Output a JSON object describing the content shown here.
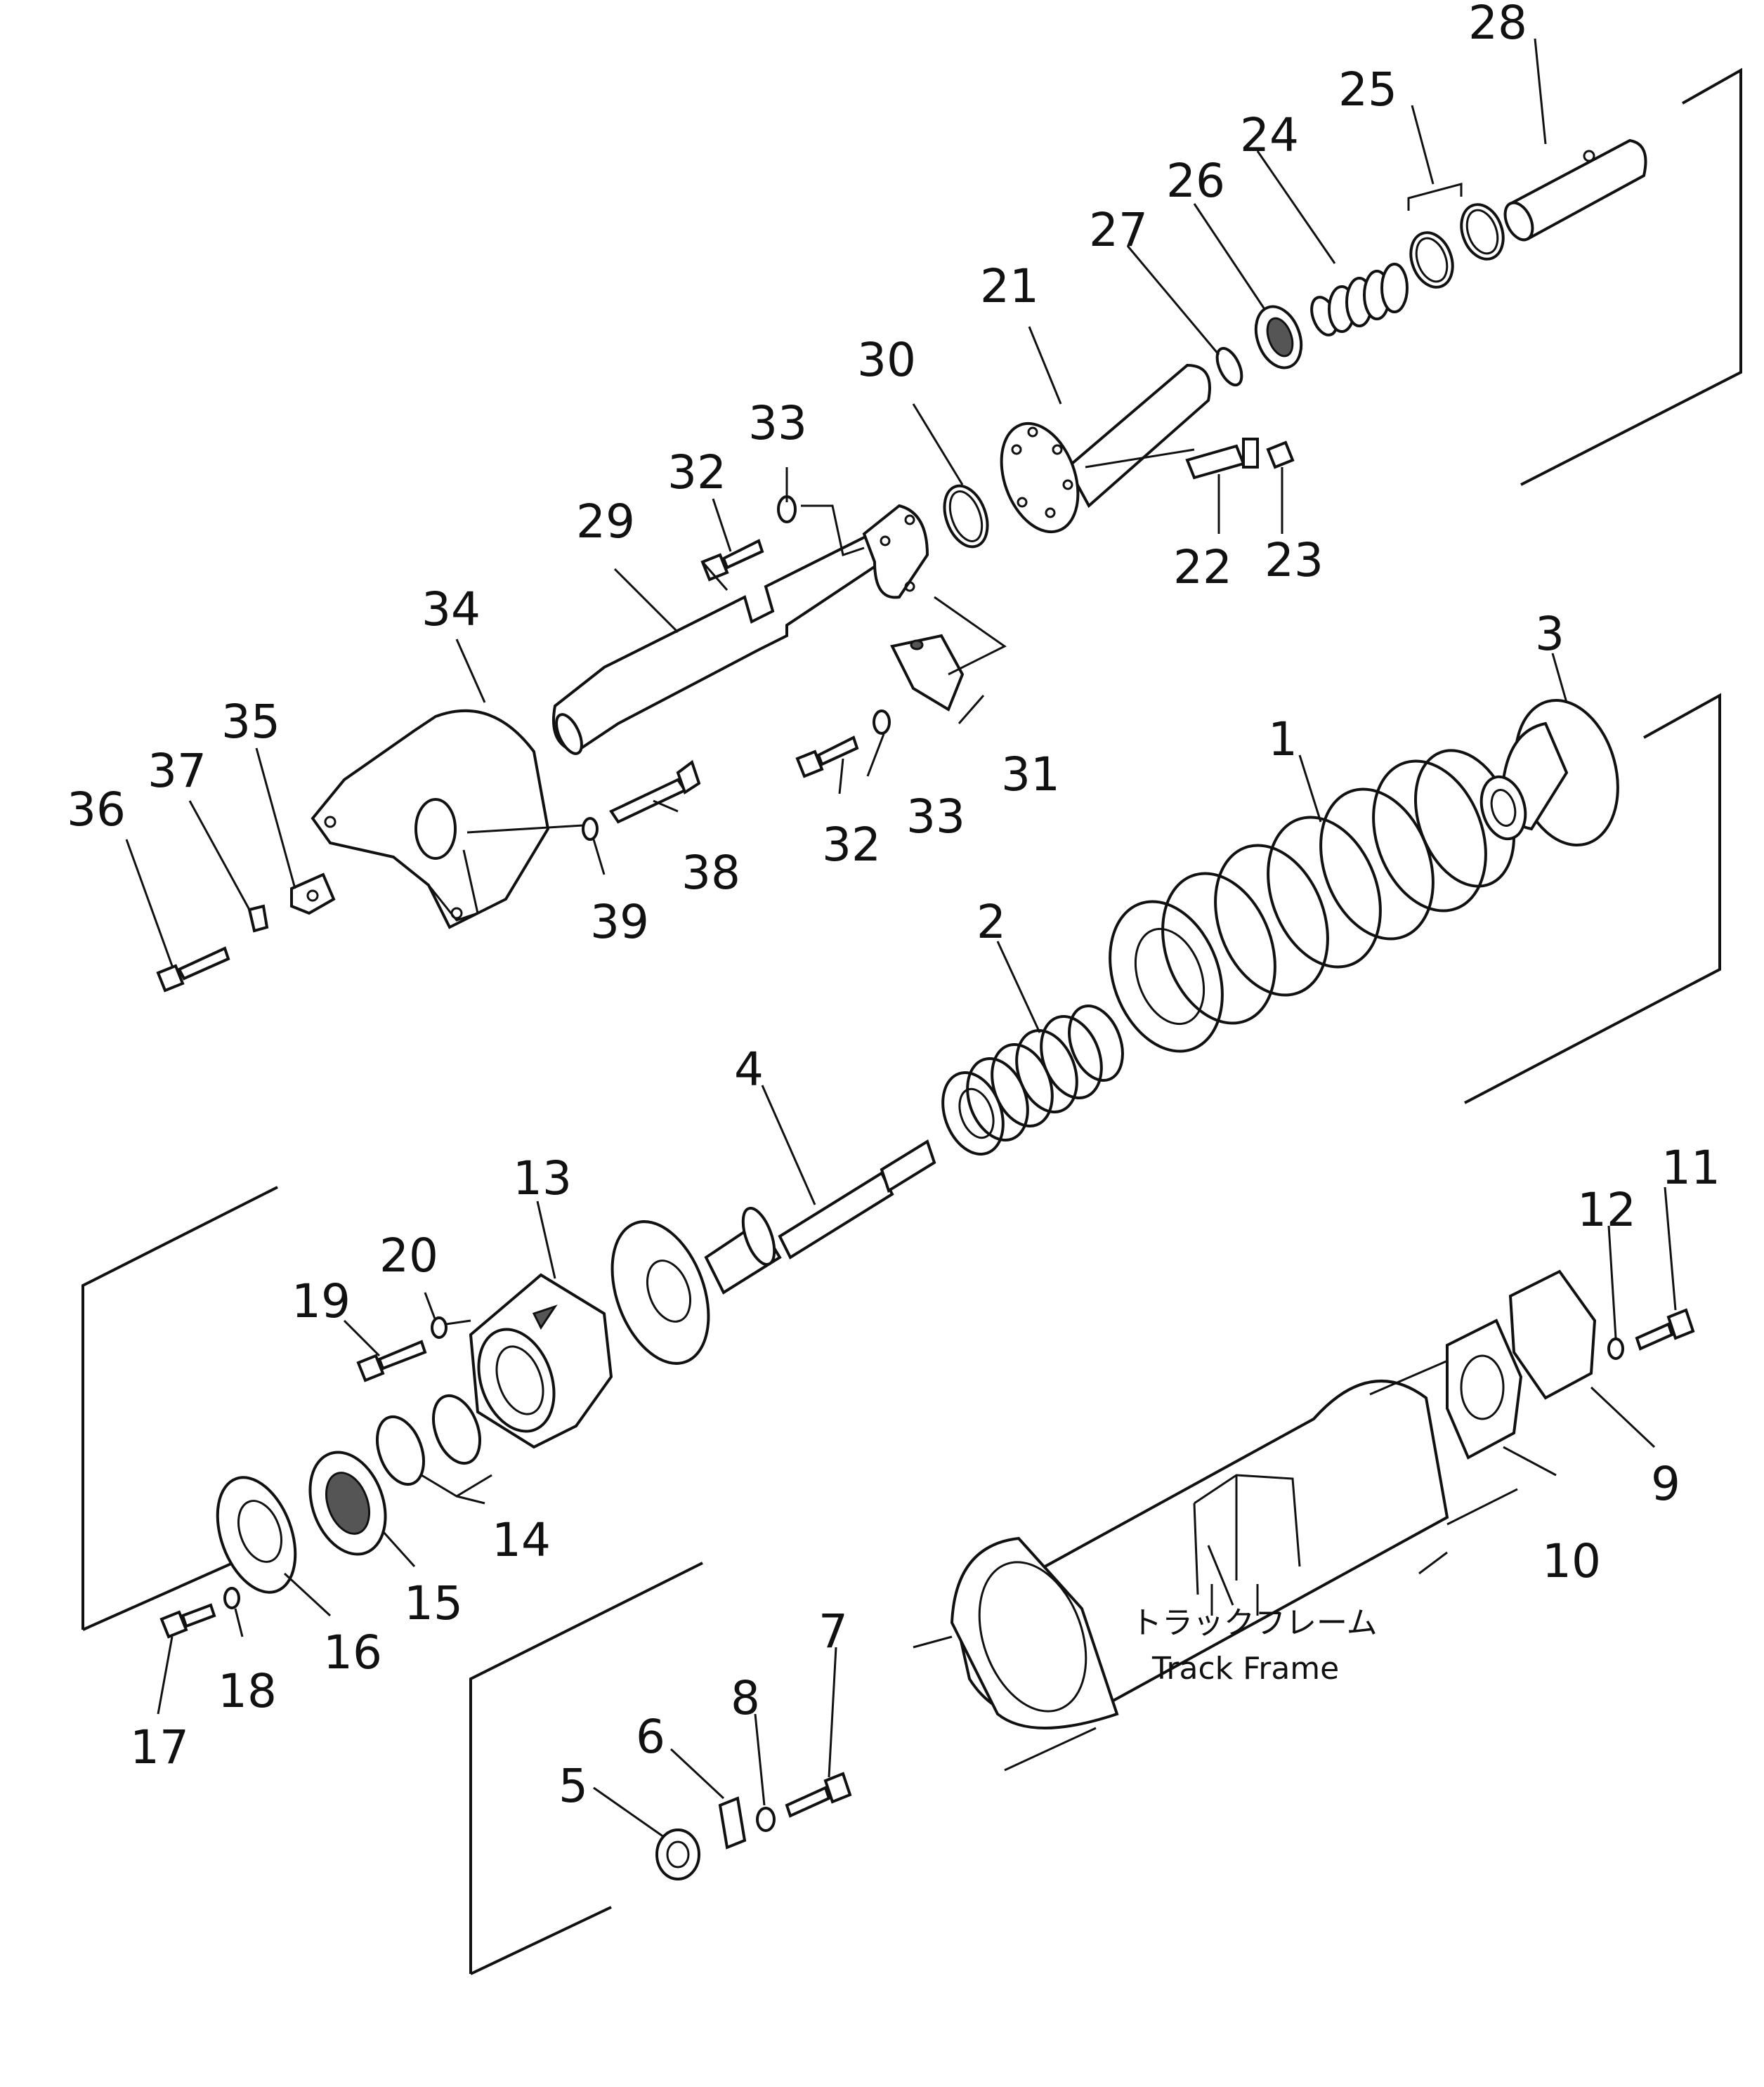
{
  "part_labels": {
    "p1": "1",
    "p2": "2",
    "p3": "3",
    "p4": "4",
    "p5": "5",
    "p6": "6",
    "p7": "7",
    "p8": "8",
    "p9": "9",
    "p10": "10",
    "p11": "11",
    "p12": "12",
    "p13": "13",
    "p14": "14",
    "p15": "15",
    "p16": "16",
    "p17": "17",
    "p18": "18",
    "p19": "19",
    "p20": "20",
    "p21": "21",
    "p22": "22",
    "p23": "23",
    "p24": "24",
    "p25": "25",
    "p26": "26",
    "p27": "27",
    "p28": "28",
    "p29": "29",
    "p30": "30",
    "p31": "31",
    "p32a": "32",
    "p32b": "32",
    "p33a": "33",
    "p33b": "33",
    "p34": "34",
    "p35": "35",
    "p36": "36",
    "p37": "37",
    "p38": "38",
    "p39": "39"
  },
  "track_frame": {
    "label_jp": "トラックフレーム",
    "label_en": "Track Frame"
  }
}
